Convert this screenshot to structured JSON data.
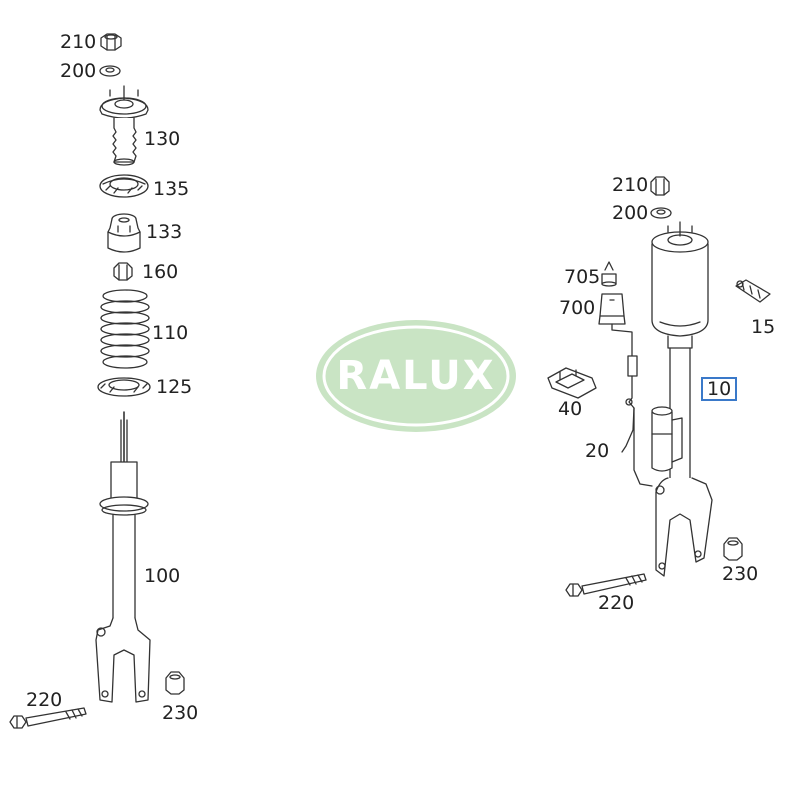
{
  "watermark": {
    "text": "RALUX",
    "color": "#c9e4c4"
  },
  "left_assembly": {
    "labels": {
      "p210": "210",
      "p200": "200",
      "p130": "130",
      "p135": "135",
      "p133": "133",
      "p160": "160",
      "p110": "110",
      "p125": "125",
      "p100": "100",
      "p220": "220",
      "p230": "230"
    }
  },
  "right_assembly": {
    "labels": {
      "p210": "210",
      "p200": "200",
      "p705": "705",
      "p700": "700",
      "p15": "15",
      "p10": "10",
      "p40": "40",
      "p20": "20",
      "p220": "220",
      "p230": "230"
    },
    "highlight_color": "#3a79c9"
  }
}
